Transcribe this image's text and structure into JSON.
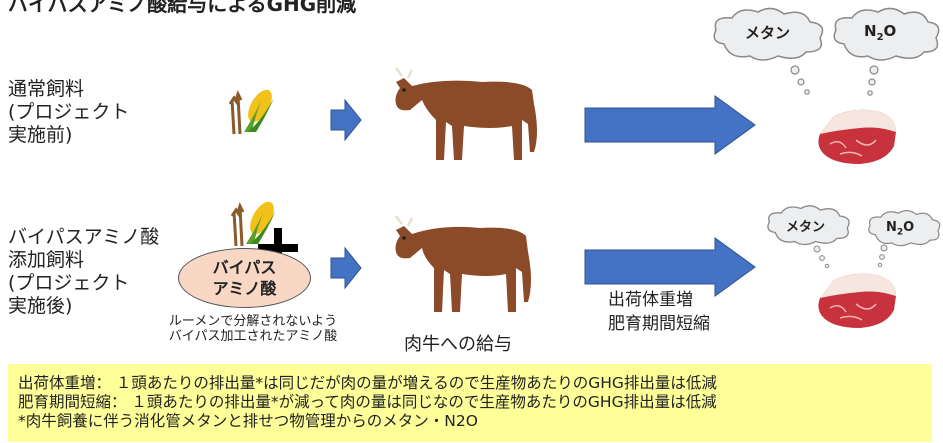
{
  "title": "バイパスアミノ酸給与によるGHG削減",
  "rows": [
    {
      "label": "通常飼料\n(プロジェクト\n実施前)"
    },
    {
      "label": "バイパスアミノ酸\n添加飼料\n(プロジェクト\n実施後)"
    }
  ],
  "bypass_ellipse": {
    "line1": "バイパス",
    "line2": "アミノ酸"
  },
  "bypass_caption": "ルーメンで分解されないよう\nバイパス加工されたアミノ酸",
  "feeding_label": "肉牛への給与",
  "result_label": "出荷体重増\n肥育期間短縮",
  "clouds": {
    "methane": "メタン",
    "n2o_base": "N",
    "n2o_sub": "2",
    "n2o_tail": "O"
  },
  "notes": [
    "出荷体重増： １頭あたりの排出量*は同じだが肉の量が増えるので生産物あたりのGHG排出量は低減",
    "肥育期間短縮： １頭あたりの排出量*が減って肉の量は同じなので生産物あたりのGHG排出量は低減",
    "*肉牛飼養に伴う消化管メタンと排せつ物管理からのメタン・N2O"
  ],
  "colors": {
    "arrow": "#4472c4",
    "arrow_border": "#2f528f",
    "cow": "#8b4a28",
    "meat": "#c8323c",
    "fat": "#f5e6e0",
    "note_bg": "#ffff99"
  }
}
